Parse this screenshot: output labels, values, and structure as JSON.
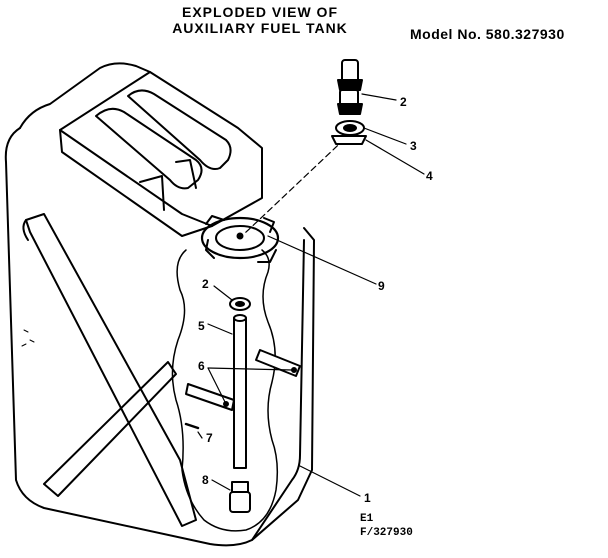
{
  "header": {
    "title_line1": "EXPLODED VIEW OF",
    "title_line2": "AUXILIARY FUEL TANK",
    "model": "Model No. 580.327930"
  },
  "callouts": {
    "c1": "1",
    "c2a": "2",
    "c2b": "2",
    "c3": "3",
    "c4": "4",
    "c5": "5",
    "c6": "6",
    "c7": "7",
    "c8": "8",
    "c9": "9"
  },
  "footer": {
    "line1": "E1",
    "line2": "F/327930"
  }
}
